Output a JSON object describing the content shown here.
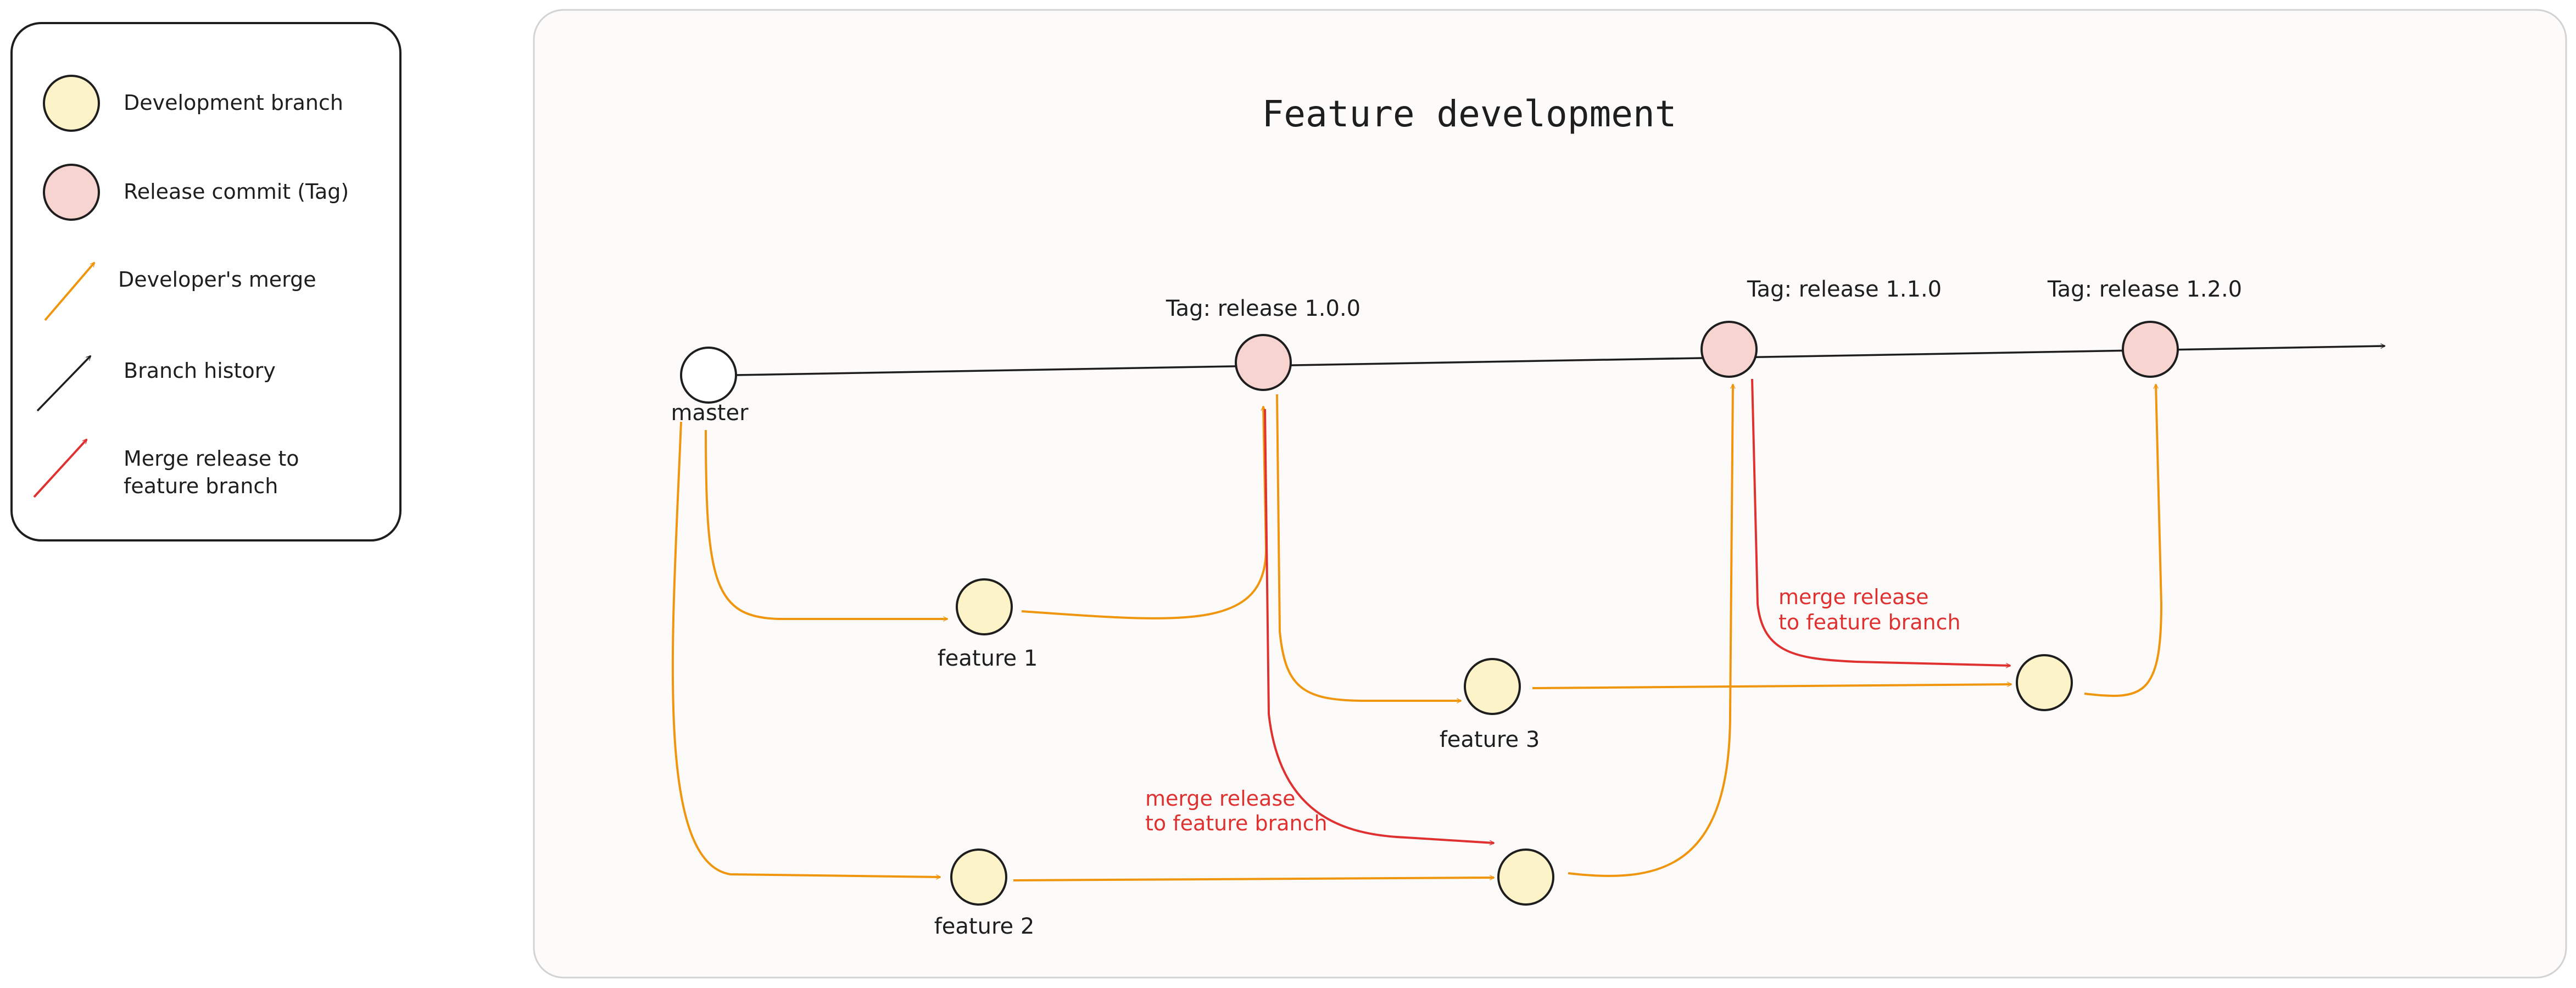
{
  "title": "Feature development",
  "legend": {
    "development_branch": "Development branch",
    "release_commit": "Release commit (Tag)",
    "developers_merge": "Developer's merge",
    "branch_history": "Branch history",
    "merge_release_line1": "Merge release to",
    "merge_release_line2": "feature branch"
  },
  "nodes": {
    "master": "master",
    "feature1": "feature 1",
    "feature2": "feature 2",
    "feature3": "feature 3",
    "tag_100": "Tag: release 1.0.0",
    "tag_110": "Tag: release 1.1.0",
    "tag_120": "Tag: release 1.2.0"
  },
  "annotations": {
    "merge_a_line1": "merge release",
    "merge_a_line2": "to feature branch",
    "merge_b_line1": "merge release",
    "merge_b_line2": "to feature branch"
  },
  "colors": {
    "development_branch_fill": "#fdf3c8",
    "release_commit_fill": "#f8d4d0",
    "developers_merge": "#f0960e",
    "branch_history": "#1e1e1e",
    "merge_release": "#e03131",
    "panel_background": "#fdfbfa"
  }
}
